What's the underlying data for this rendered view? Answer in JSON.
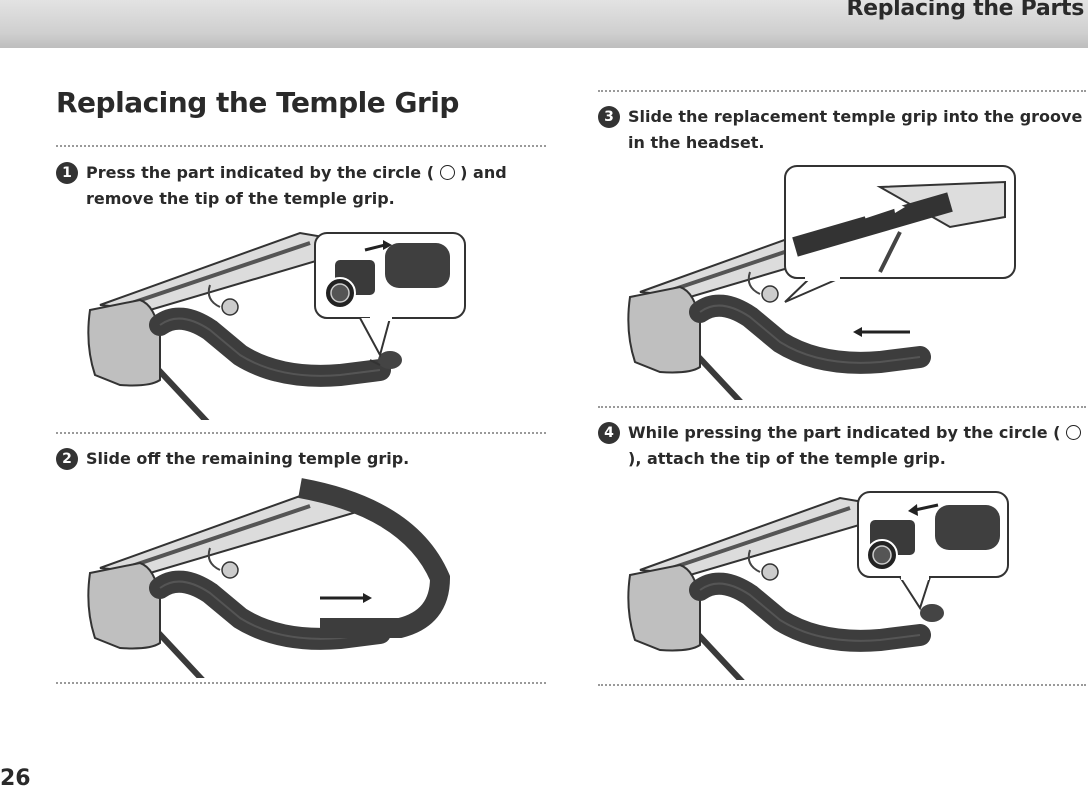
{
  "header": {
    "section_title": "Replacing the Parts"
  },
  "page": {
    "title": "Replacing the Temple Grip",
    "number": "26"
  },
  "steps": [
    {
      "number": "1",
      "text_before": "Press the part indicated by the circle (",
      "text_after": ") and remove the tip of the temple grip."
    },
    {
      "number": "2",
      "text": "Slide off the remaining temple grip."
    },
    {
      "number": "3",
      "text": "Slide the replacement temple grip into the groove in the headset."
    },
    {
      "number": "4",
      "text_before": "While pressing the part indicated by the circle (",
      "text_after": "), attach the tip of the temple grip."
    }
  ]
}
